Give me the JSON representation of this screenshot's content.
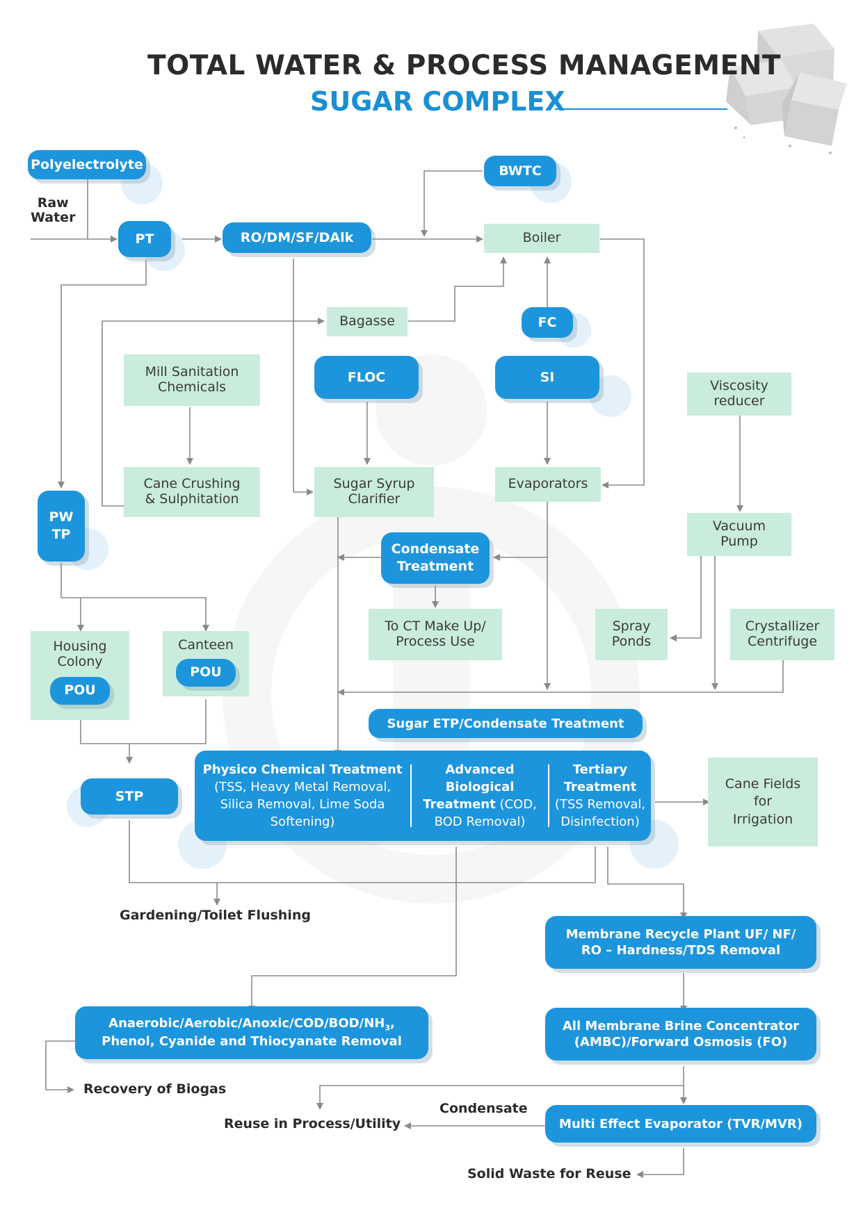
{
  "title": {
    "line1": "TOTAL WATER & PROCESS MANAGEMENT",
    "line2": "SUGAR COMPLEX"
  },
  "nodes": {
    "polyelectrolyte": "Polyelectrolyte",
    "raw_water": "Raw\nWater",
    "pt": "PT",
    "ro": "RO/DM/SF/DAlk",
    "bwtc": "BWTC",
    "boiler": "Boiler",
    "bagasse": "Bagasse",
    "fc": "FC",
    "mill_sanitation": "Mill Sanitation\nChemicals",
    "floc": "FLOC",
    "si": "SI",
    "viscosity": "Viscosity\nreducer",
    "cane_crushing": "Cane Crushing\n& Sulphitation",
    "clarifier": "Sugar Syrup\nClarifier",
    "evaporators": "Evaporators",
    "pwtp": "PW\nTP",
    "vacuum": "Vacuum\nPump",
    "condensate_treatment": "Condensate\nTreatment",
    "ct_makeup": "To CT Make Up/\nProcess Use",
    "spray_ponds": "Spray\nPonds",
    "crystallizer": "Crystallizer\nCentrifuge",
    "housing": "Housing\nColony",
    "canteen": "Canteen",
    "pou": "POU",
    "sugar_etp": "Sugar ETP/Condensate Treatment",
    "stp": "STP",
    "cane_fields": "Cane Fields\nfor\nIrrigation",
    "gardening": "Gardening/Toilet Flushing",
    "membrane_recycle": "Membrane Recycle Plant UF/ NF/\nRO – Hardness/TDS Removal",
    "anaerobic_pre": "Anaerobic/Aerobic/Anoxic/COD/BOD/NH",
    "anaerobic_sub": "3",
    "anaerobic_post": ",",
    "anaerobic_line2": "Phenol, Cyanide and Thiocyanate Removal",
    "ambc": "All Membrane Brine Concentrator\n(AMBC)/Forward Osmosis (FO)",
    "recovery_biogas": "Recovery of Biogas",
    "condensate": "Condensate",
    "reuse": "Reuse in Process/Utility",
    "mee": "Multi Effect Evaporator (TVR/MVR)",
    "solid_waste": "Solid Waste for Reuse"
  },
  "etp": {
    "col1_bold": "Physico Chemical Treatment",
    "col1_rest": " (TSS, Heavy Metal Removal, Silica Removal, Lime Soda Softening)",
    "col2_bold": "Advanced Biological Treatment",
    "col2_rest": " (COD, BOD Removal)",
    "col3_bold": "Tertiary Treatment",
    "col3_rest": " (TSS Removal, Disinfection)"
  },
  "colors": {
    "primary_blue": "#1d95dc",
    "light_green": "#c9ecdc",
    "arrow_gray": "#8a8a8a",
    "title_dark": "#2b2b2b"
  },
  "icons": {
    "sugar_cubes": "sugar-cubes-illustration"
  }
}
